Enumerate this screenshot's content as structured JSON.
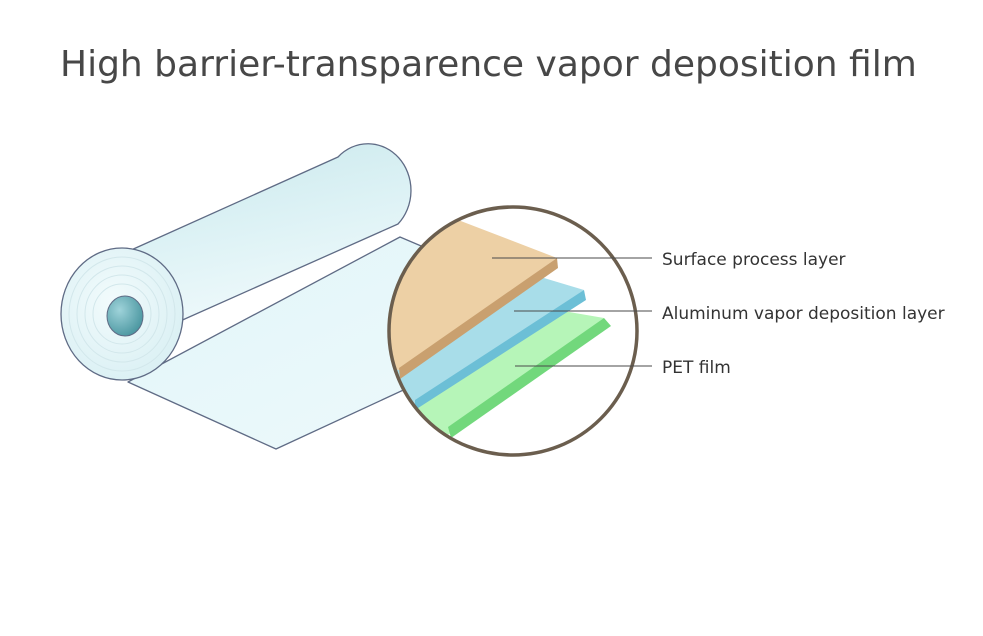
{
  "title": "High barrier-transparence vapor deposition film",
  "layers": [
    {
      "name": "surface-process-layer",
      "label": "Surface process layer",
      "color": "#edd0a5",
      "edge_color": "#caa274"
    },
    {
      "name": "aluminum-vapor-deposition-layer",
      "label": "Aluminum vapor deposition layer",
      "color": "#a8dde9",
      "edge_color": "#6cbfd6"
    },
    {
      "name": "pet-film",
      "label": "PET film",
      "color": "#b6f5b8",
      "edge_color": "#6fd97a"
    }
  ],
  "colors": {
    "roll_fill": "#dff3f6",
    "roll_outline": "#5f6b85",
    "magnifier_ring": "#6b5e4e",
    "title_color": "#474747"
  }
}
